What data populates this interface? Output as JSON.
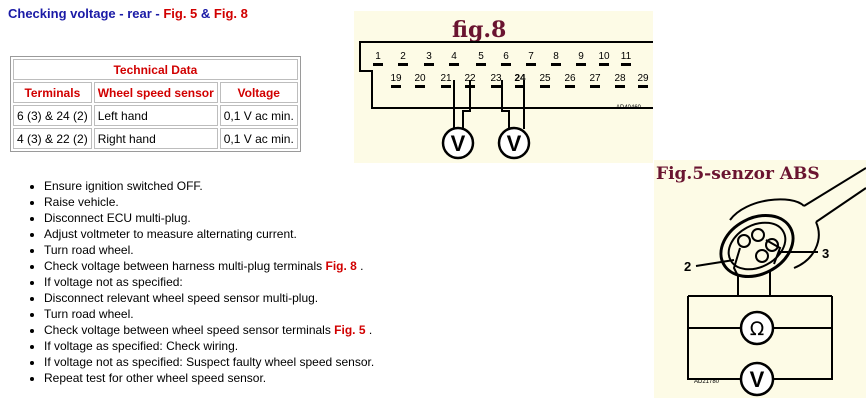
{
  "header": {
    "part1": "Checking voltage",
    "part2": " - rear - ",
    "fig5": "Fig. 5",
    "amp": " & ",
    "fig8": "Fig. 8"
  },
  "table": {
    "caption": "Technical Data",
    "headers": [
      "Terminals",
      "Wheel speed sensor",
      "Voltage"
    ],
    "rows": [
      [
        "6 (3) & 24 (2)",
        "Left hand",
        "0,1 V ac min."
      ],
      [
        "4 (3) & 22 (2)",
        "Right hand",
        "0,1 V ac min."
      ]
    ]
  },
  "steps": [
    {
      "text": "Ensure ignition switched OFF.",
      "ref": ""
    },
    {
      "text": "Raise vehicle.",
      "ref": ""
    },
    {
      "text": "Disconnect ECU multi-plug.",
      "ref": ""
    },
    {
      "text": "Adjust voltmeter to measure alternating current.",
      "ref": ""
    },
    {
      "text": "Turn road wheel.",
      "ref": ""
    },
    {
      "text": "Check voltage between harness multi-plug terminals ",
      "ref": "Fig. 8",
      "tail": " ."
    },
    {
      "text": "If voltage not as specified:",
      "ref": ""
    },
    {
      "text": "Disconnect relevant wheel speed sensor multi-plug.",
      "ref": ""
    },
    {
      "text": "Turn road wheel.",
      "ref": ""
    },
    {
      "text": "Check voltage between wheel speed sensor terminals ",
      "ref": "Fig. 5",
      "tail": " ."
    },
    {
      "text": "If voltage as specified: Check wiring.",
      "ref": ""
    },
    {
      "text": "If voltage not as specified: Suspect faulty wheel speed sensor.",
      "ref": ""
    },
    {
      "text": "Repeat test for other wheel speed sensor.",
      "ref": ""
    }
  ],
  "fig8": {
    "title": "fig.8",
    "top_pins": [
      "1",
      "2",
      "3",
      "4",
      "5",
      "6",
      "7",
      "8",
      "9",
      "10",
      "11"
    ],
    "bottom_pins": [
      "19",
      "20",
      "21",
      "22",
      "23",
      "24",
      "25",
      "26",
      "27",
      "28",
      "29"
    ],
    "meter": "V",
    "code": "AD40460"
  },
  "fig5": {
    "title": "Fig.5-senzor ABS",
    "label_left": "2",
    "label_right": "3",
    "ohm": "Ω",
    "meter": "V",
    "code": "AD21780"
  }
}
